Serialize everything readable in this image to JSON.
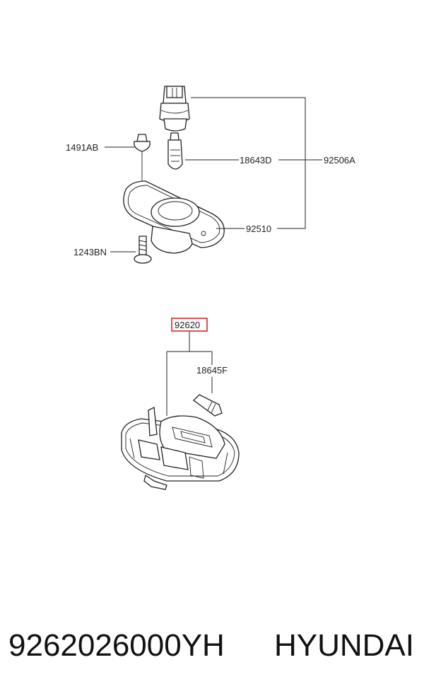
{
  "callouts": {
    "c_1491AB": "1491AB",
    "c_18643D": "18643D",
    "c_92506A": "92506A",
    "c_92510": "92510",
    "c_1243BN": "1243BN",
    "c_92620": "92620",
    "c_18645F": "18645F"
  },
  "highlight_color": "#d9262b",
  "caption": {
    "part_number": "9262026000YH",
    "brand": "HYUNDAI"
  }
}
